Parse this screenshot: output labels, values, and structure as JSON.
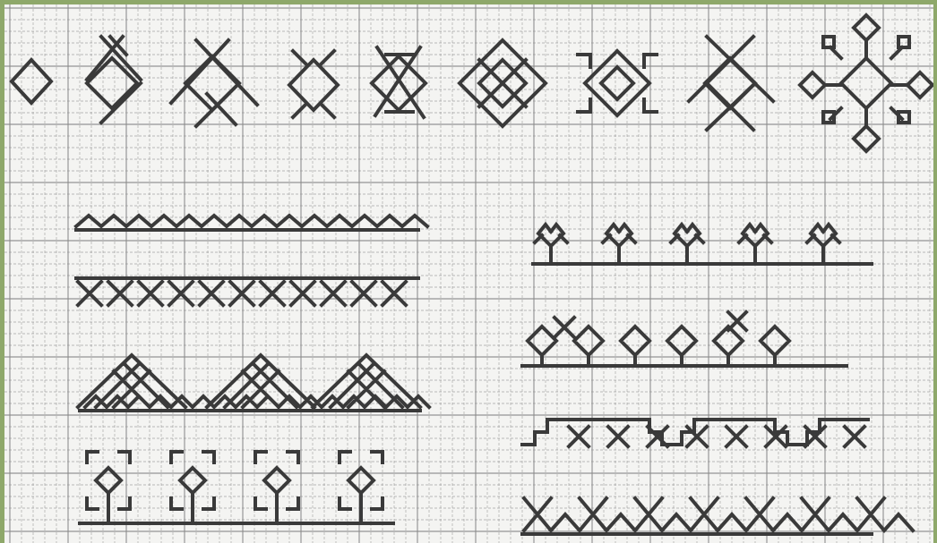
{
  "sheet": {
    "paper_color": "#f4f4f2",
    "frame_color": "#8ea86a",
    "grid_color": "#8a8a8a",
    "stitch_color": "#3a3a3a"
  },
  "motifs": [
    {
      "name": "small-diamond"
    },
    {
      "name": "diamond-with-cross-arms"
    },
    {
      "name": "diamond-with-long-cross"
    },
    {
      "name": "diamond-with-corner-ticks"
    },
    {
      "name": "double-cross-diamond"
    },
    {
      "name": "nested-large-diamond"
    },
    {
      "name": "hooked-diamond"
    },
    {
      "name": "star-cross-diamond"
    },
    {
      "name": "snowflake-rosette"
    }
  ],
  "borders": [
    {
      "name": "zigzag-band"
    },
    {
      "name": "cross-zigzag-band"
    },
    {
      "name": "tulip-sprout-row"
    },
    {
      "name": "diamond-bud-row"
    },
    {
      "name": "triangle-cross-band"
    },
    {
      "name": "key-step-band"
    },
    {
      "name": "spiral-tree-row"
    },
    {
      "name": "cross-diamond-band"
    }
  ]
}
